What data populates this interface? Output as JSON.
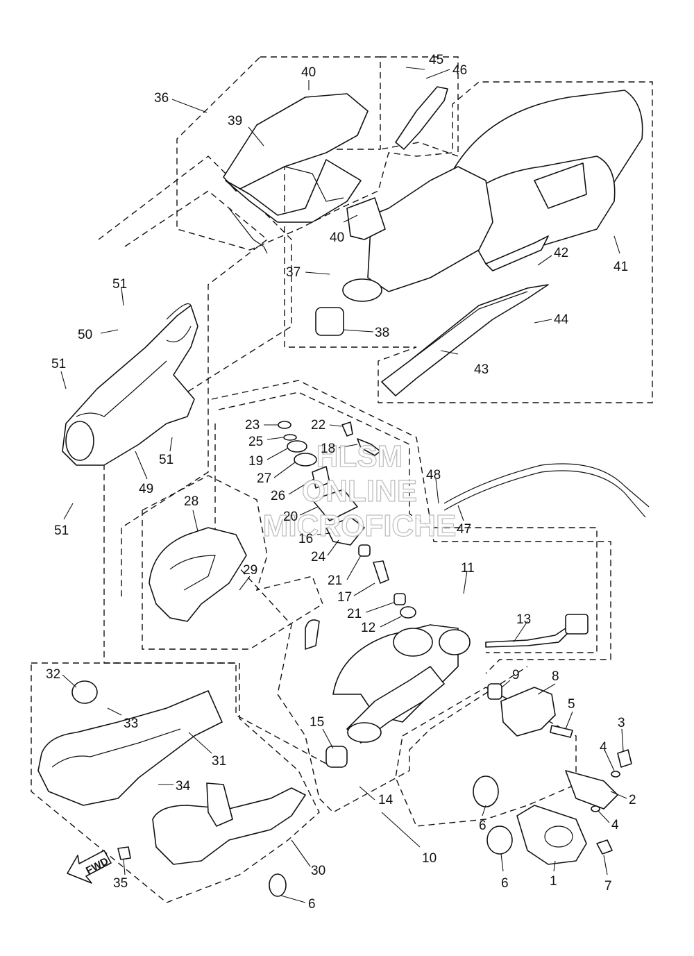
{
  "diagram": {
    "watermark": [
      "HLSM",
      "ONLINE",
      "MICROFICHE"
    ],
    "fwd_label": "FWD",
    "callouts": [
      "1",
      "2",
      "3",
      "4",
      "4",
      "5",
      "6",
      "6",
      "6",
      "7",
      "8",
      "9",
      "10",
      "11",
      "12",
      "13",
      "14",
      "15",
      "16",
      "17",
      "18",
      "19",
      "20",
      "21",
      "21",
      "22",
      "23",
      "24",
      "25",
      "26",
      "27",
      "28",
      "29",
      "30",
      "31",
      "32",
      "33",
      "34",
      "35",
      "36",
      "37",
      "38",
      "39",
      "40",
      "40",
      "41",
      "42",
      "43",
      "44",
      "45",
      "46",
      "47",
      "48",
      "49",
      "50",
      "51",
      "51",
      "51",
      "51"
    ]
  }
}
